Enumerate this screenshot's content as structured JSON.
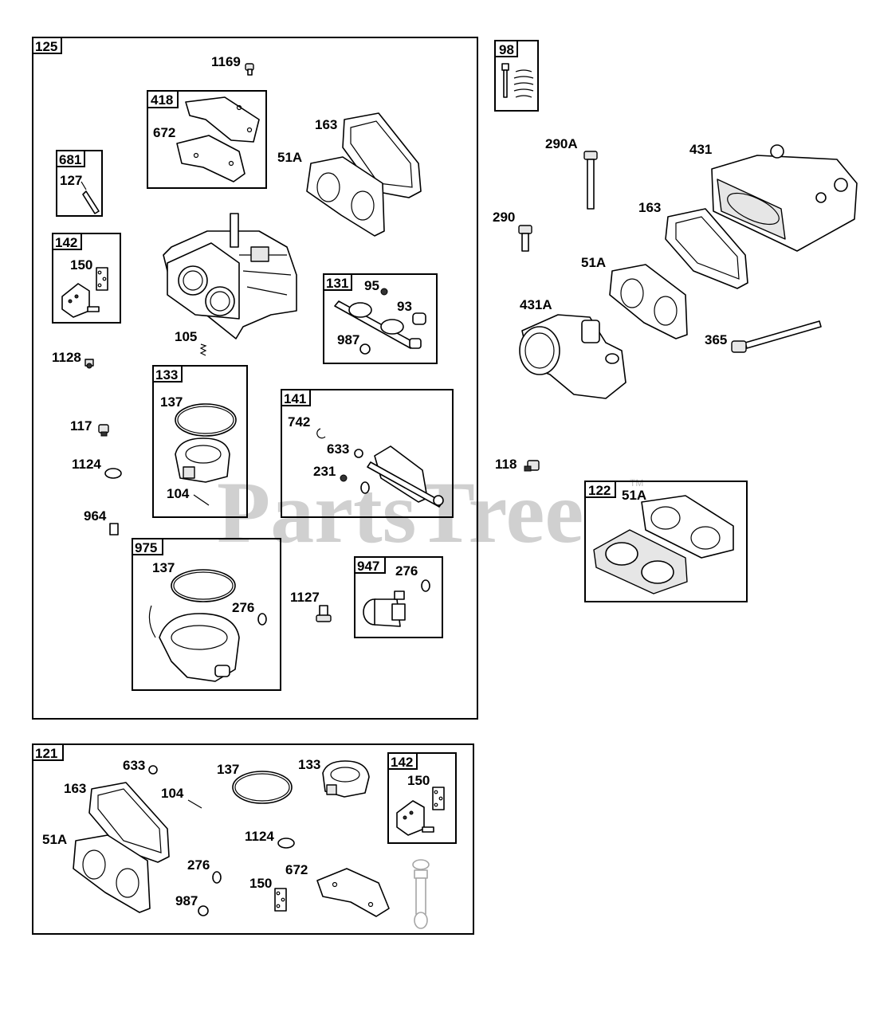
{
  "watermark": {
    "text": "PartsTree",
    "tm": "TM"
  },
  "groups": {
    "g125": "125",
    "g681": "681",
    "g142": "142",
    "g418": "418",
    "g131": "131",
    "g133": "133",
    "g141": "141",
    "g975": "975",
    "g947": "947",
    "g98": "98",
    "g122": "122",
    "g121": "121",
    "g142b": "142"
  },
  "labels": {
    "p1169": "1169",
    "p672": "672",
    "p163": "163",
    "p51A": "51A",
    "p127": "127",
    "p150": "150",
    "p95": "95",
    "p93": "93",
    "p987": "987",
    "p105": "105",
    "p1128": "1128",
    "p137": "137",
    "p742": "742",
    "p633": "633",
    "p231": "231",
    "p117": "117",
    "p1124": "1124",
    "p104": "104",
    "p964": "964",
    "p137b": "137",
    "p276": "276",
    "p1127": "1127",
    "p276b": "276",
    "p290A": "290A",
    "p431": "431",
    "p163r": "163",
    "p290": "290",
    "p51Ar": "51A",
    "p431A": "431A",
    "p365": "365",
    "p118": "118",
    "p51Ab": "51A",
    "k633": "633",
    "k163": "163",
    "k137": "137",
    "k133": "133",
    "k104": "104",
    "k150": "150",
    "k51A": "51A",
    "k1124": "1124",
    "k276": "276",
    "k672": "672",
    "k150b": "150",
    "k987": "987"
  }
}
